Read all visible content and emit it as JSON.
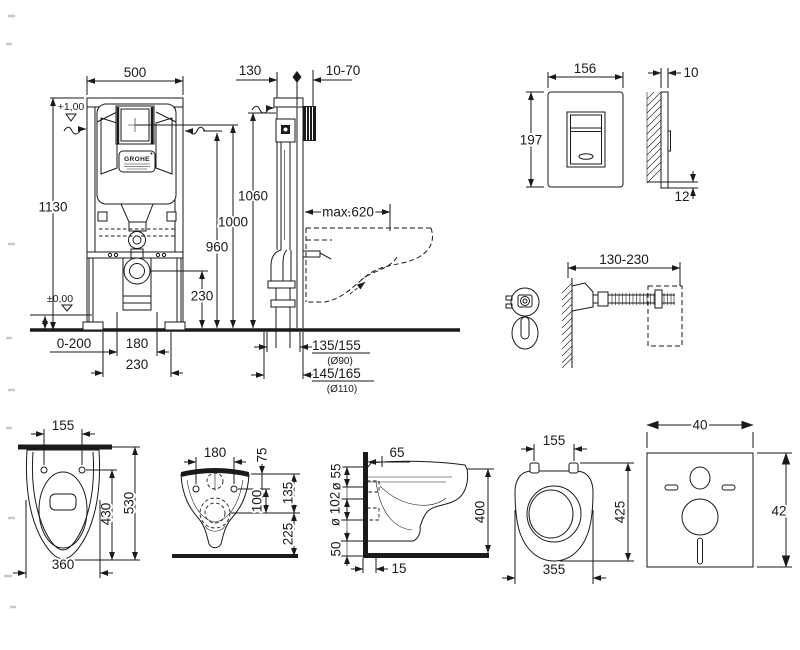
{
  "colors": {
    "ink": "#1a1a1a",
    "background": "#ffffff"
  },
  "frame_front": {
    "width": "500",
    "height": "1130",
    "water_level": "+1,00",
    "floor_level": "±0,00",
    "foot_adjust": "0-200",
    "drain_spacing": "180",
    "fix_spacing": "230",
    "brand": "GROHE"
  },
  "frame_side": {
    "depth": "130",
    "wall_offset": "10-70",
    "h_frame": "1060",
    "h_button": "1000",
    "h_supply": "960",
    "h_outlet": "230",
    "max_reach": "max.620",
    "drain_a": "135/155",
    "drain_a_dia": "(Ø90)",
    "drain_b": "145/165",
    "drain_b_dia": "(Ø110)"
  },
  "flush_plate": {
    "width": "156",
    "height": "197",
    "thickness": "10",
    "bottom_gap": "12"
  },
  "bracket": {
    "range": "130-230"
  },
  "bowl_top": {
    "hinge_spacing": "155",
    "bowl_depth": "430",
    "total_depth": "530",
    "width": "360"
  },
  "bowl_front": {
    "hole_spacing": "180",
    "rim_to_inlet": "75",
    "inlet_to_outlet": "100",
    "rim_to_outlet": "135",
    "outlet_to_floor": "225"
  },
  "bowl_side": {
    "rim_offset": "65",
    "inlet_dia": "ø 55",
    "outlet_dia": "ø 102",
    "bottom_height": "50",
    "height": "400",
    "wall_gap": "15"
  },
  "seat": {
    "hinge_spacing": "155",
    "length": "425",
    "width": "355"
  },
  "mat": {
    "width": "40",
    "height": "42"
  }
}
